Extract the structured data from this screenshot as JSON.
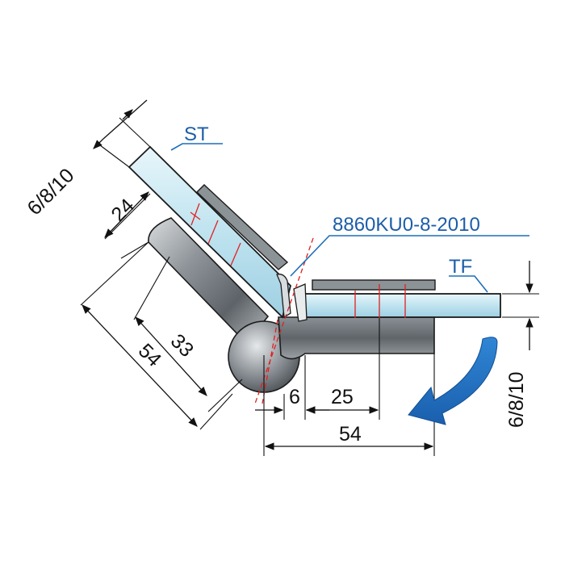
{
  "callouts": {
    "st": "ST",
    "tf": "TF",
    "part_number": "8860KU0-8-2010"
  },
  "dimensions": {
    "glass_thickness_left": "6/8/10",
    "glass_thickness_right": "6/8/10",
    "d24": "24",
    "d33": "33",
    "d54_left": "54",
    "d6": "6",
    "d25": "25",
    "d54_bottom": "54"
  },
  "colors": {
    "callout_text": "#1c5ea8",
    "rotation_arrow": "#1e6fbf",
    "axis_marks": "#e02020"
  },
  "icons": {
    "rotation_arrow": "curved-arrow-icon"
  }
}
